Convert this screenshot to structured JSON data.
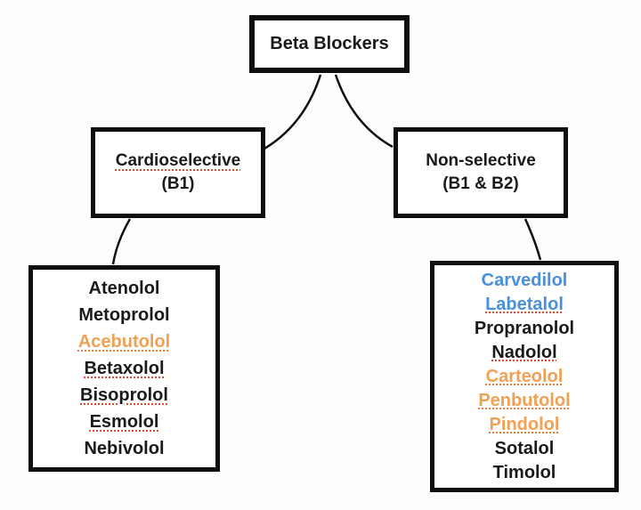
{
  "diagram": {
    "root": {
      "label": "Beta Blockers"
    },
    "branches": [
      {
        "title": "Cardioselective",
        "subtitle": "(B1)",
        "title_underline": true
      },
      {
        "title": "Non-selective",
        "subtitle": "(B1 & B2)",
        "title_underline": false
      }
    ],
    "left_list": {
      "items": [
        {
          "label": "Atenolol",
          "color": "black",
          "underline": false
        },
        {
          "label": "Metoprolol",
          "color": "black",
          "underline": false
        },
        {
          "label": "Acebutolol",
          "color": "orange",
          "underline": true
        },
        {
          "label": "Betaxolol",
          "color": "black",
          "underline": true
        },
        {
          "label": "Bisoprolol",
          "color": "black",
          "underline": true
        },
        {
          "label": "Esmolol",
          "color": "black",
          "underline": true
        },
        {
          "label": "Nebivolol",
          "color": "black",
          "underline": false
        }
      ]
    },
    "right_list": {
      "items": [
        {
          "label": "Carvedilol",
          "color": "blue",
          "underline": false
        },
        {
          "label": "Labetalol",
          "color": "blue",
          "underline": true
        },
        {
          "label": "Propranolol",
          "color": "black",
          "underline": false
        },
        {
          "label": "Nadolol",
          "color": "black",
          "underline": true
        },
        {
          "label": "Carteolol",
          "color": "orange",
          "underline": true
        },
        {
          "label": "Penbutolol",
          "color": "orange",
          "underline": true
        },
        {
          "label": "Pindolol",
          "color": "orange",
          "underline": true
        },
        {
          "label": "Sotalol",
          "color": "black",
          "underline": false
        },
        {
          "label": "Timolol",
          "color": "black",
          "underline": false
        }
      ]
    }
  },
  "colors": {
    "black": "#1a1a1a",
    "orange": "#f2a054",
    "blue": "#4a90d9",
    "underline_red": "#e2482f",
    "underline_orange": "#f07c3a",
    "line": "#111111"
  }
}
